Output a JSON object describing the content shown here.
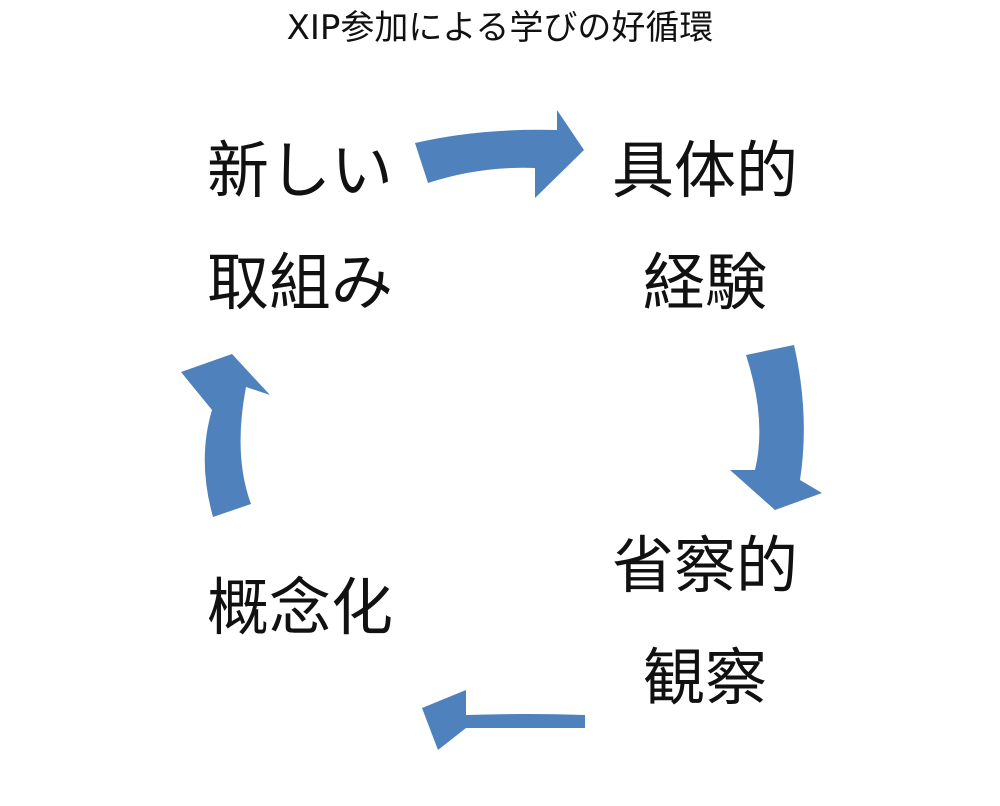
{
  "title": "XIP参加による学びの好循環",
  "nodes": [
    {
      "id": "new-initiative",
      "lines": [
        "新しい",
        "取組み"
      ]
    },
    {
      "id": "concrete-experience",
      "lines": [
        "具体的",
        "経験"
      ]
    },
    {
      "id": "reflective-observation",
      "lines": [
        "省察的",
        "観察"
      ]
    },
    {
      "id": "conceptualization",
      "lines": [
        "概念化"
      ]
    }
  ],
  "colors": {
    "arrow": "#4f81bd",
    "text": "#111111",
    "background": "#ffffff"
  },
  "icons": {
    "arrow": "curved-arrow-icon"
  }
}
